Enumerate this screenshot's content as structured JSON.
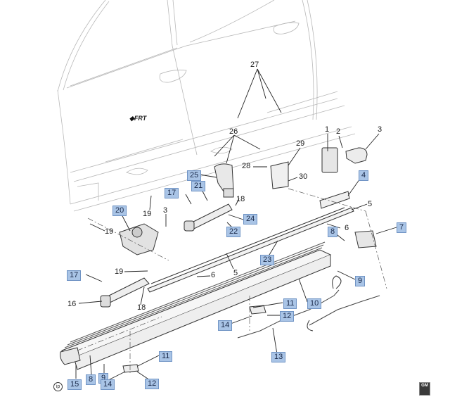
{
  "diagram": {
    "title": "Power Assist Step / Running Board Exploded View",
    "orientation_marker": "FRT",
    "brand_badge": "GM",
    "corner_mark": "ip",
    "callouts": [
      {
        "id": "c27",
        "label": "27",
        "boxed": false
      },
      {
        "id": "c26",
        "label": "26",
        "boxed": false
      },
      {
        "id": "c1",
        "label": "1",
        "boxed": false
      },
      {
        "id": "c2",
        "label": "2",
        "boxed": false
      },
      {
        "id": "c3a",
        "label": "3",
        "boxed": false
      },
      {
        "id": "c29",
        "label": "29",
        "boxed": false
      },
      {
        "id": "c28",
        "label": "28",
        "boxed": false
      },
      {
        "id": "c30",
        "label": "30",
        "boxed": false
      },
      {
        "id": "c25",
        "label": "25",
        "boxed": true
      },
      {
        "id": "c21",
        "label": "21",
        "boxed": true
      },
      {
        "id": "c4",
        "label": "4",
        "boxed": true
      },
      {
        "id": "c17a",
        "label": "17",
        "boxed": true
      },
      {
        "id": "c18a",
        "label": "18",
        "boxed": false
      },
      {
        "id": "c19a",
        "label": "19",
        "boxed": false
      },
      {
        "id": "c3b",
        "label": "3",
        "boxed": false
      },
      {
        "id": "c20",
        "label": "20",
        "boxed": true
      },
      {
        "id": "c19b",
        "label": "19",
        "boxed": false
      },
      {
        "id": "c24",
        "label": "24",
        "boxed": true
      },
      {
        "id": "c22",
        "label": "22",
        "boxed": true
      },
      {
        "id": "c5a",
        "label": "5",
        "boxed": false
      },
      {
        "id": "c8a",
        "label": "8",
        "boxed": true
      },
      {
        "id": "c6a",
        "label": "6",
        "boxed": false
      },
      {
        "id": "c7",
        "label": "7",
        "boxed": true
      },
      {
        "id": "c23",
        "label": "23",
        "boxed": true
      },
      {
        "id": "c17b",
        "label": "17",
        "boxed": true
      },
      {
        "id": "c19c",
        "label": "19",
        "boxed": false
      },
      {
        "id": "c6b",
        "label": "6",
        "boxed": false
      },
      {
        "id": "c5b",
        "label": "5",
        "boxed": false
      },
      {
        "id": "c9a",
        "label": "9",
        "boxed": true
      },
      {
        "id": "c16",
        "label": "16",
        "boxed": false
      },
      {
        "id": "c18b",
        "label": "18",
        "boxed": false
      },
      {
        "id": "c11a",
        "label": "11",
        "boxed": true
      },
      {
        "id": "c10",
        "label": "10",
        "boxed": true
      },
      {
        "id": "c12a",
        "label": "12",
        "boxed": true
      },
      {
        "id": "c14a",
        "label": "14",
        "boxed": true
      },
      {
        "id": "c13",
        "label": "13",
        "boxed": true
      },
      {
        "id": "c11b",
        "label": "11",
        "boxed": true
      },
      {
        "id": "c9b",
        "label": "9",
        "boxed": true
      },
      {
        "id": "c8b",
        "label": "8",
        "boxed": true
      },
      {
        "id": "c15",
        "label": "15",
        "boxed": true
      },
      {
        "id": "c14b",
        "label": "14",
        "boxed": true
      },
      {
        "id": "c12b",
        "label": "12",
        "boxed": true
      }
    ]
  }
}
